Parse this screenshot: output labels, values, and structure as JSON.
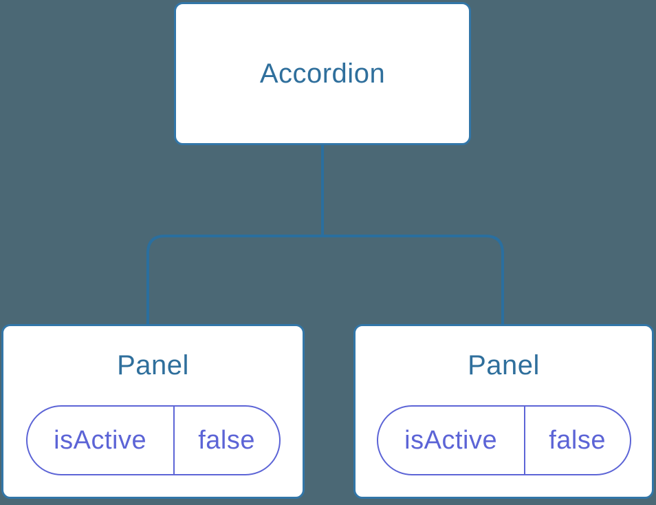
{
  "diagram": {
    "type": "component-tree",
    "tree": {
      "root": {
        "label": "Accordion"
      },
      "children": [
        {
          "label": "Panel",
          "state": {
            "key": "isActive",
            "value": "false"
          }
        },
        {
          "label": "Panel",
          "state": {
            "key": "isActive",
            "value": "false"
          }
        }
      ]
    },
    "edges": [
      {
        "from": "Accordion",
        "to": "Panel (left)"
      },
      {
        "from": "Accordion",
        "to": "Panel (right)"
      }
    ],
    "colors": {
      "background": "#4b6875",
      "node_background": "#ffffff",
      "node_border": "#3276a8",
      "connector": "#2a6f9f",
      "node_text": "#2f6f9c",
      "state_accent": "#5c64d6"
    }
  }
}
